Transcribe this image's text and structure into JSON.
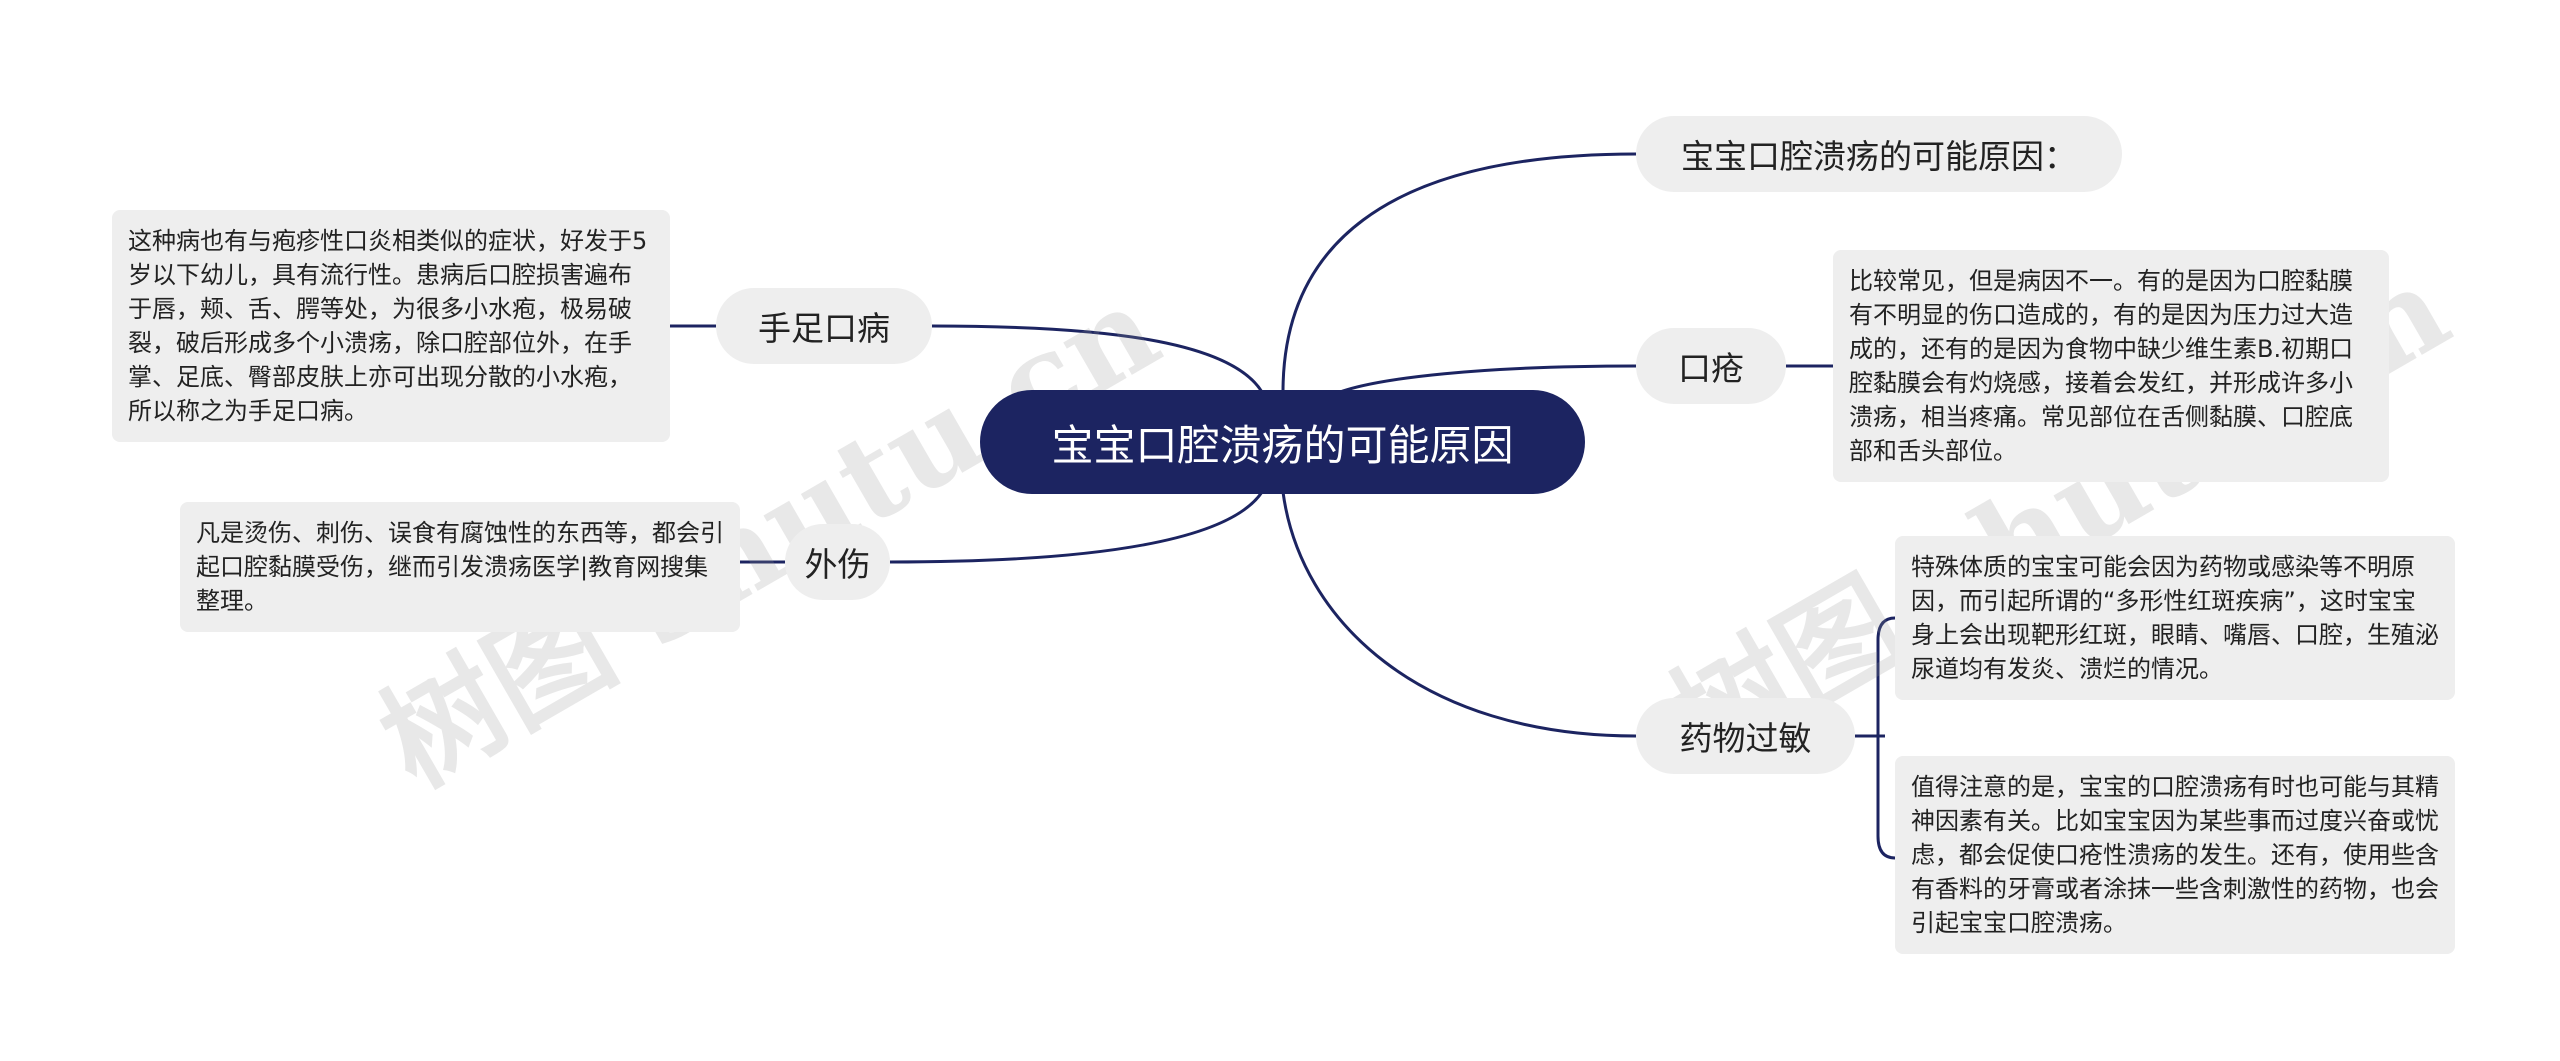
{
  "root": {
    "title": "宝宝口腔溃疡的可能原因"
  },
  "right": [
    {
      "label": "宝宝口腔溃疡的可能原因："
    },
    {
      "label": "口疮",
      "details": [
        "比较常见，但是病因不一。有的是因为口腔黏膜有不明显的伤口造成的，有的是因为压力过大造成的，还有的是因为食物中缺少维生素B.初期口腔黏膜会有灼烧感，接着会发红，并形成许多小溃疡，相当疼痛。常见部位在舌侧黏膜、口腔底部和舌头部位。"
      ]
    },
    {
      "label": "药物过敏",
      "details": [
        "特殊体质的宝宝可能会因为药物或感染等不明原因，而引起所谓的“多形性红斑疾病”，这时宝宝身上会出现靶形红斑，眼睛、嘴唇、口腔，生殖泌尿道均有发炎、溃烂的情况。",
        "值得注意的是，宝宝的口腔溃疡有时也可能与其精神因素有关。比如宝宝因为某些事而过度兴奋或忧虑，都会促使口疮性溃疡的发生。还有，使用些含有香料的牙膏或者涂抹一些含刺激性的药物，也会引起宝宝口腔溃疡。"
      ]
    }
  ],
  "left": [
    {
      "label": "手足口病",
      "details": [
        "这种病也有与疱疹性口炎相类似的症状，好发于5岁以下幼儿，具有流行性。患病后口腔损害遍布于唇，颊、舌、腭等处，为很多小水疱，极易破裂，破后形成多个小溃疡，除口腔部位外，在手掌、足底、臀部皮肤上亦可出现分散的小水疱，所以称之为手足口病。"
      ]
    },
    {
      "label": "外伤",
      "details": [
        "凡是烫伤、刺伤、误食有腐蚀性的东西等，都会引起口腔黏膜受伤，继而引发溃疡医学|教育网搜集整理。"
      ]
    }
  ],
  "watermark": "树图 shutu.cn",
  "colors": {
    "root_bg": "#1c2461",
    "line": "#1c2461",
    "node_bg": "#eeeeee"
  }
}
